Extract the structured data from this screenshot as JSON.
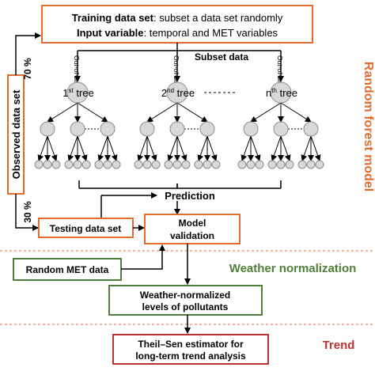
{
  "training_box": {
    "line1_label": "Training data set",
    "line1_text": ": subset a data set randomly",
    "line2_label": "Input variable",
    "line2_text": ":  temporal and MET variables"
  },
  "observed_label": "Observed data set",
  "pct_70": "70 %",
  "pct_30": "30 %",
  "subset_label": "Subset data",
  "oob_label": "Out-of-bag",
  "trees": [
    {
      "num": "1",
      "sup": "st",
      "word": "tree"
    },
    {
      "num": "2",
      "sup": "nd",
      "word": "tree"
    },
    {
      "num": "n",
      "sup": "th",
      "word": "tree"
    }
  ],
  "prediction_label": "Prediction",
  "testing_label": "Testing data set",
  "validation_line1": "Model",
  "validation_line2": "validation",
  "random_met_label": "Random MET data",
  "normalized_line1": "Weather-normalized",
  "normalized_line2": "levels of pollutants",
  "theil_line1": "Theil–Sen estimator for",
  "theil_line2": "long-term trend analysis",
  "section_rf": "Random forest model",
  "section_weather": "Weather normalization",
  "section_trend": "Trend",
  "colors": {
    "orange": "#e36c2a",
    "green": "#4f7f3a",
    "red": "#c0302c",
    "node_fill": "#d9d9d9",
    "node_stroke": "#8c8c8c",
    "text": "#000000"
  }
}
